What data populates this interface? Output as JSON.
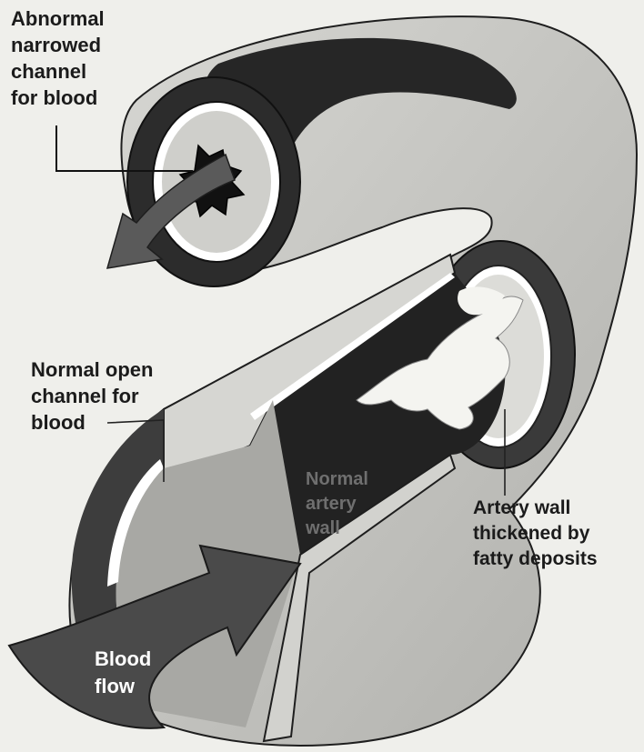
{
  "labels": {
    "abnormal_channel": "Abnormal\nnarrowed\nchannel\nfor blood",
    "normal_channel": "Normal open\nchannel for\nblood",
    "normal_wall": "Normal\nartery\nwall",
    "thickened_wall": "Artery wall\nthickened by\nfatty deposits",
    "blood_flow": "Blood\nflow"
  },
  "colors": {
    "background": "#efefeb",
    "outer_wall": "#3a3a3a",
    "inner_lumen": "#222222",
    "lining": "#ffffff",
    "plaque": "#f4f4f0",
    "arrow": "#4a4a4a"
  }
}
